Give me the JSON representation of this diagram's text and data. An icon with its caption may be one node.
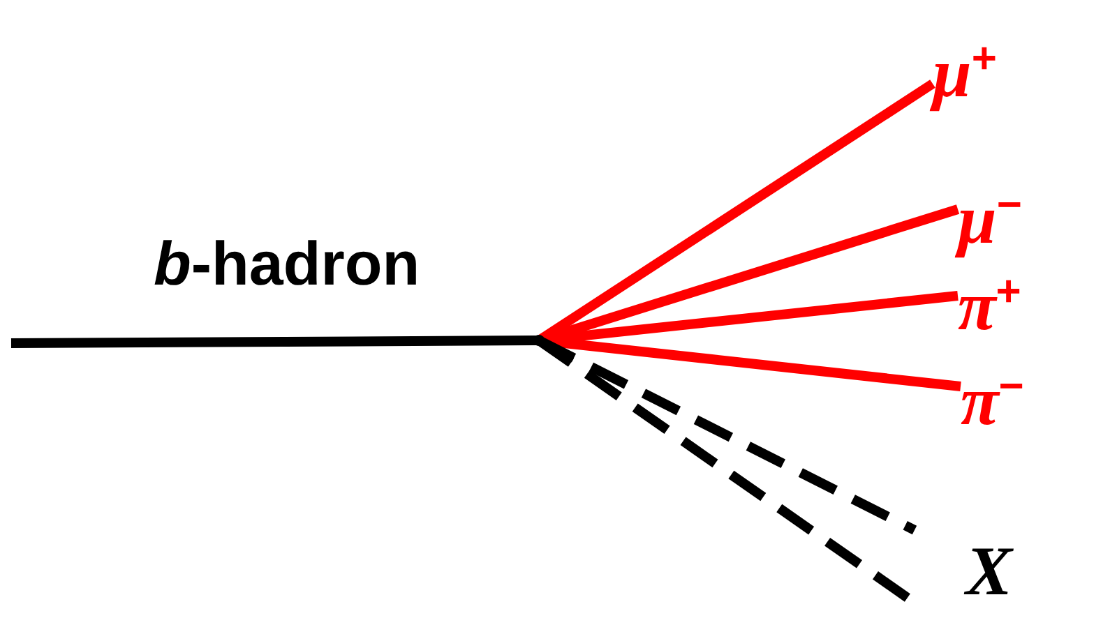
{
  "diagram": {
    "nodes": [
      {
        "text": [],
        "shape": "point"
      },
      {
        "text": [
          "μ$^{+}$"
        ]
      },
      {
        "text": [
          "μ$^{−}$"
        ]
      },
      {
        "text": [
          "π$^{+}$"
        ]
      },
      {
        "text": [
          "π$^{−}$"
        ]
      },
      {
        "text": [
          "X"
        ]
      }
    ],
    "edges": [
      {
        "from": null,
        "to": 0,
        "arrow": "none",
        "label": "*b*-hadron",
        "color": "#000000"
      },
      {
        "from": 0,
        "to": 1,
        "arrow": "none"
      },
      {
        "from": 0,
        "to": 2,
        "arrow": "none"
      },
      {
        "from": 0,
        "to": 3,
        "arrow": "none"
      },
      {
        "from": 0,
        "to": 4,
        "arrow": "none"
      },
      {
        "from": 0,
        "to": 5,
        "arrow": "none",
        "style": "dashed",
        "color": "#000000"
      },
      {
        "from": 0,
        "to": 5,
        "arrow": "none",
        "style": "dashed",
        "color": "#000000"
      }
    ]
  }
}
